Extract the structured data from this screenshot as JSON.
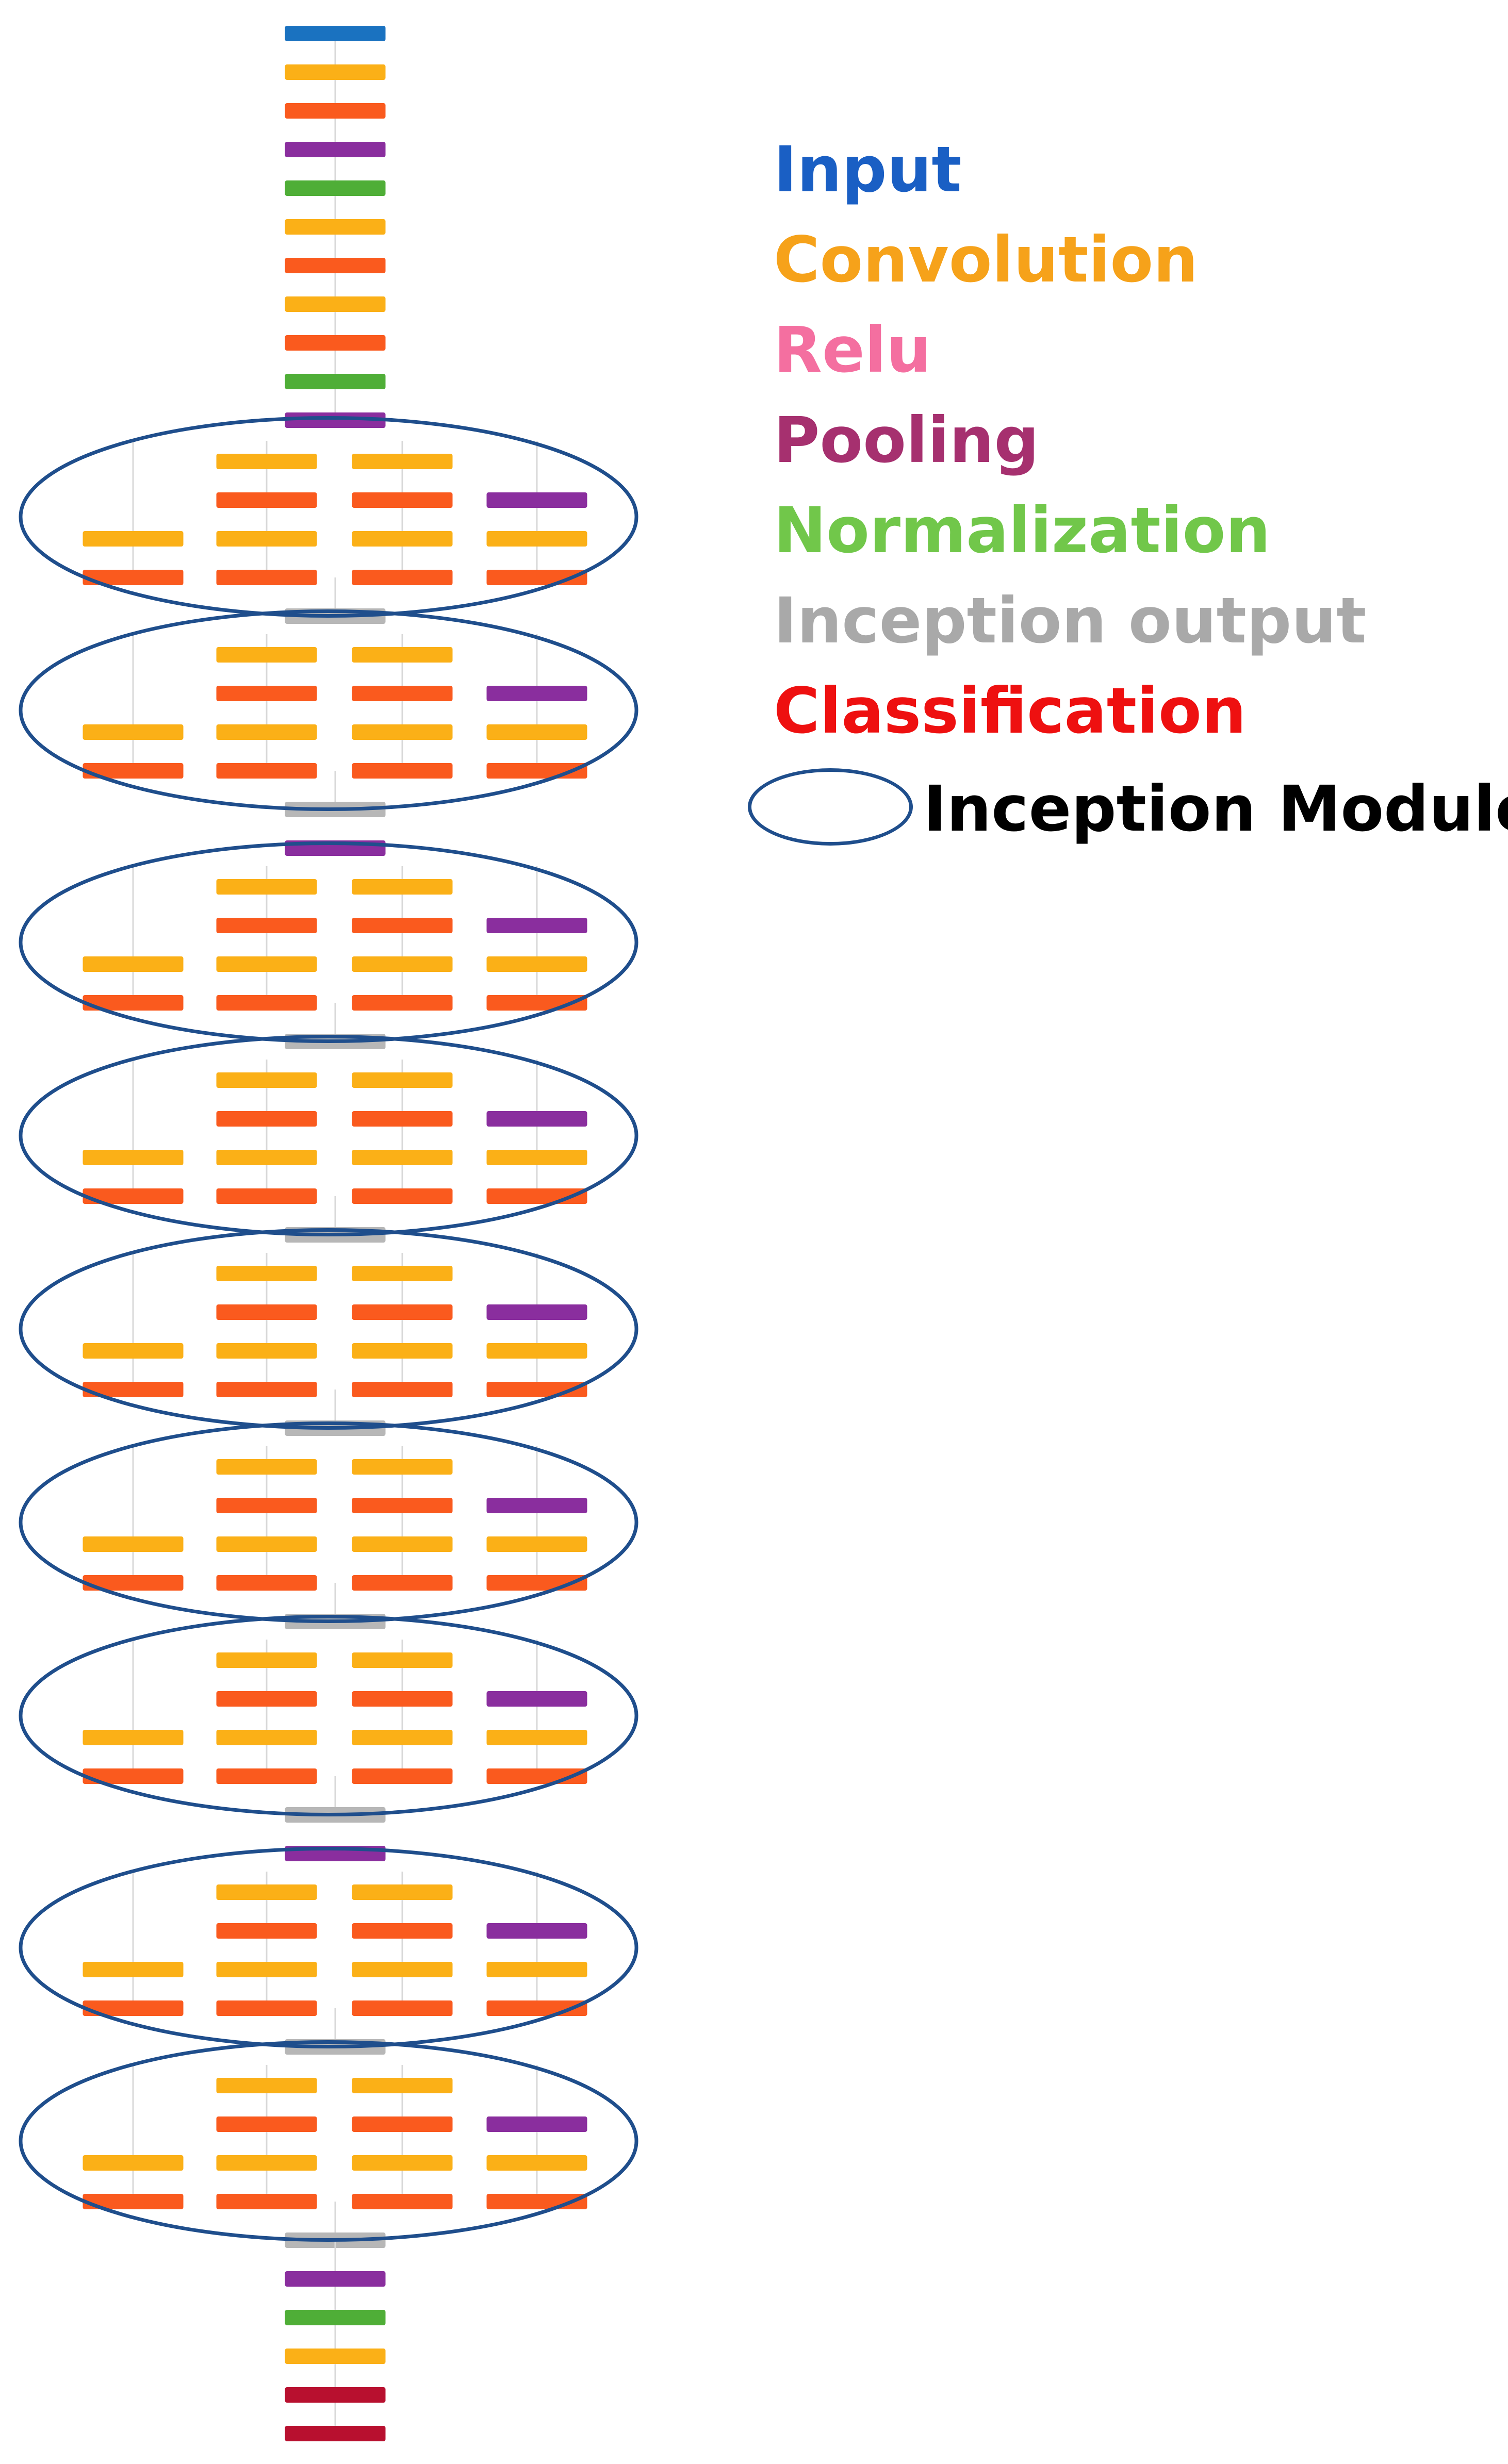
{
  "legend": {
    "items": [
      {
        "key": "input",
        "label": "Input",
        "color": "#1a5fc4"
      },
      {
        "key": "conv",
        "label": "Convolution",
        "color": "#f6a21a"
      },
      {
        "key": "relu",
        "label": "Relu",
        "color": "#f46fa0"
      },
      {
        "key": "pool",
        "label": "Pooling",
        "color": "#a6306f"
      },
      {
        "key": "norm",
        "label": "Normalization",
        "color": "#71c74a"
      },
      {
        "key": "inception_output",
        "label": "Inception output",
        "color": "#a9a9a9"
      },
      {
        "key": "classification",
        "label": "Classification",
        "color": "#ee1010"
      }
    ],
    "module_label": "Inception Module",
    "module_outline_color": "#1f4e8c"
  },
  "layer_colors": {
    "input": "#1a72c0",
    "conv": "#fbb017",
    "relu": "#fa5a1e",
    "pool": "#8a2e9e",
    "norm": "#4fae37",
    "inception_output": "#b7b7b7",
    "classification": "#b8102f"
  },
  "network": {
    "stem": [
      "input",
      "conv",
      "relu",
      "pool",
      "norm",
      "conv",
      "relu",
      "conv",
      "relu",
      "norm",
      "pool"
    ],
    "inception_modules": 9,
    "pooling_after_module": [
      2,
      7
    ],
    "head": [
      "pool",
      "norm",
      "conv",
      "classification",
      "classification"
    ]
  }
}
